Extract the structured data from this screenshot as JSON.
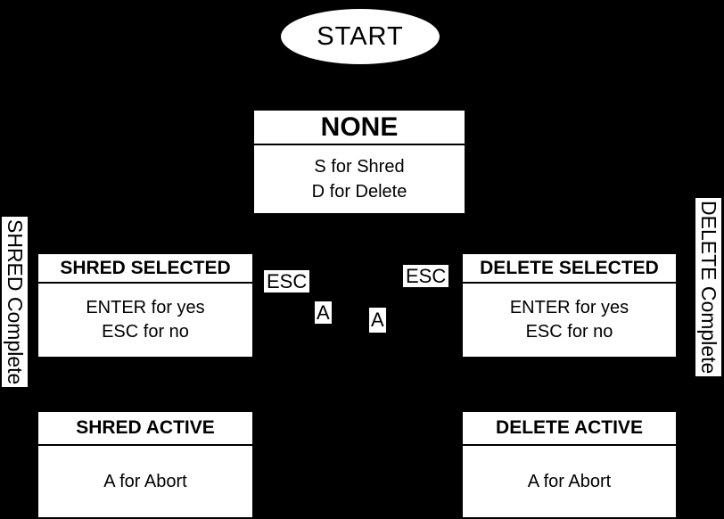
{
  "colors": {
    "background": "#000000",
    "node_fill": "#ffffff",
    "node_text": "#000000"
  },
  "diagram": {
    "start_node": {
      "label": "START"
    },
    "states": {
      "none": {
        "title": "NONE",
        "line1": "S for Shred",
        "line2": "D for Delete"
      },
      "shred_selected": {
        "title": "SHRED SELECTED",
        "line1": "ENTER for yes",
        "line2": "ESC for no"
      },
      "delete_selected": {
        "title": "DELETE SELECTED",
        "line1": "ENTER for yes",
        "line2": "ESC for no"
      },
      "shred_active": {
        "title": "SHRED ACTIVE",
        "line1": "A for Abort"
      },
      "delete_active": {
        "title": "DELETE ACTIVE",
        "line1": "A for Abort"
      }
    },
    "edge_labels": {
      "esc_left": "ESC",
      "esc_right": "ESC",
      "a_left": "A",
      "a_right": "A"
    },
    "side_labels": {
      "shred_complete": "SHRED Complete",
      "delete_complete": "DELETE Complete"
    }
  }
}
